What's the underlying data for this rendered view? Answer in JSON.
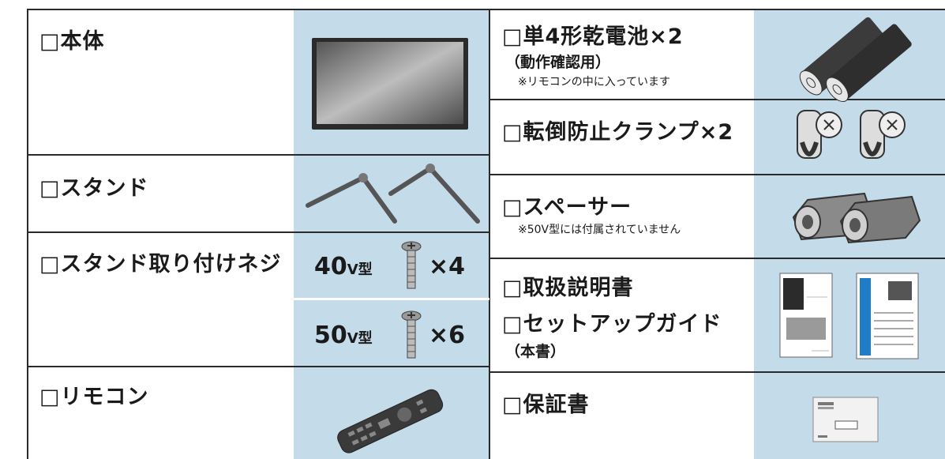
{
  "left": {
    "main_unit": "□本体",
    "stand": "□スタンド",
    "stand_screws": "□スタンド取り付けネジ",
    "screw_rows": [
      {
        "size": "40",
        "unit": "V型",
        "qty": "×4"
      },
      {
        "size": "50",
        "unit": "V型",
        "qty": "×6"
      }
    ],
    "remote": "□リモコン"
  },
  "right": {
    "batteries": "□単4形乾電池×2",
    "batteries_sub": "（動作確認用）",
    "batteries_note": "※リモコンの中に入っています",
    "clamps": "□転倒防止クランプ×2",
    "spacers": "□スペーサー",
    "spacers_note": "※50V型には付属されていません",
    "manual": "□取扱説明書",
    "setup_guide": "□セットアップガイド",
    "setup_guide_sub": "（本書）",
    "warranty": "□保証書"
  },
  "colors": {
    "image_bg": "#c4dbe9",
    "border": "#2a2a2a"
  }
}
